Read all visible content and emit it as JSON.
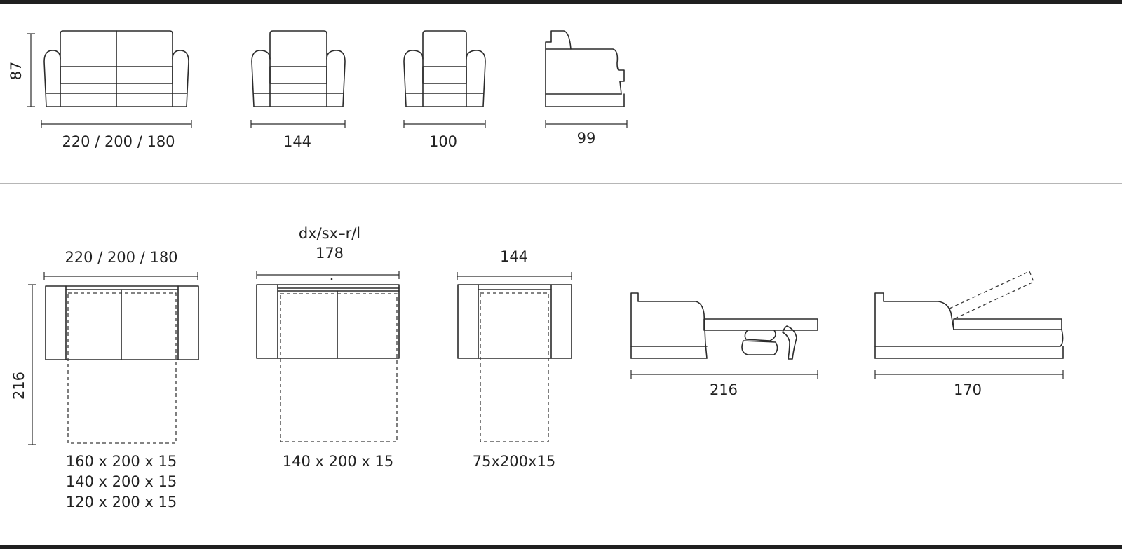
{
  "colors": {
    "line": "#2b2b2b",
    "band": "#1f1f1f",
    "background": "#ffffff",
    "divider": "#8a8a8a"
  },
  "top_row": {
    "height_label": "87",
    "sofa_width_label": "220 / 200 / 180",
    "loveseat_width_label": "144",
    "armchair_width_label": "100",
    "side_depth_label": "99"
  },
  "bottom_row": {
    "height_label": "216",
    "sofa_bed": {
      "width_label": "220 / 200 / 180",
      "mattress_labels": [
        "160 x 200 x 15",
        "140 x 200 x 15",
        "120 x 200 x 15"
      ]
    },
    "corner_bed": {
      "variant_label": "dx/sx–r/l",
      "width_label": "178",
      "mattress_label": "140 x 200 x 15"
    },
    "single_bed": {
      "width_label": "144",
      "mattress_label": "75x200x15"
    },
    "side_open_label": "216",
    "side_lift_label": "170"
  }
}
